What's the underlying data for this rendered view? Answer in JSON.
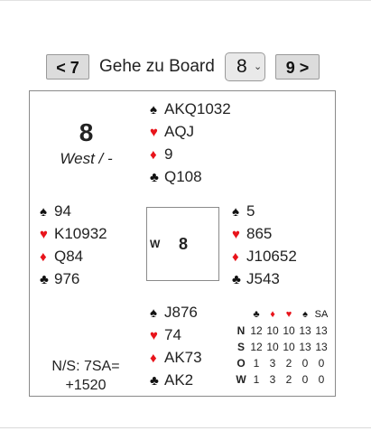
{
  "nav": {
    "prev_label": "< 7",
    "goto_label": "Gehe zu Board",
    "selected_board": "8",
    "chevron": "⌄",
    "next_label": "9 >"
  },
  "board": {
    "number": "8",
    "dealer_vul": "West / -"
  },
  "suits": {
    "spade": "♠",
    "heart": "♥",
    "diamond": "♦",
    "club": "♣"
  },
  "hands": {
    "north": {
      "spades": "AKQ1032",
      "hearts": "AQJ",
      "diamonds": "9",
      "clubs": "Q108"
    },
    "west": {
      "spades": "94",
      "hearts": "K10932",
      "diamonds": "Q84",
      "clubs": "976"
    },
    "east": {
      "spades": "5",
      "hearts": "865",
      "diamonds": "J10652",
      "clubs": "J543"
    },
    "south": {
      "spades": "J876",
      "hearts": "74",
      "diamonds": "AK73",
      "clubs": "AK2"
    }
  },
  "compass": {
    "west_label": "W",
    "board_number": "8"
  },
  "result": {
    "line1": "N/S: 7SA=",
    "line2": "+1520"
  },
  "tricks": {
    "headers": [
      "♣",
      "♦",
      "♥",
      "♠",
      "SA"
    ],
    "rows": [
      {
        "player": "N",
        "values": [
          "12",
          "10",
          "10",
          "13",
          "13"
        ]
      },
      {
        "player": "S",
        "values": [
          "12",
          "10",
          "10",
          "13",
          "13"
        ]
      },
      {
        "player": "O",
        "values": [
          "1",
          "3",
          "2",
          "0",
          "0"
        ]
      },
      {
        "player": "W",
        "values": [
          "1",
          "3",
          "2",
          "0",
          "0"
        ]
      }
    ]
  },
  "colors": {
    "red_suit": "#e8141b",
    "black_suit": "#111111",
    "button_bg": "#dcdcdc"
  }
}
